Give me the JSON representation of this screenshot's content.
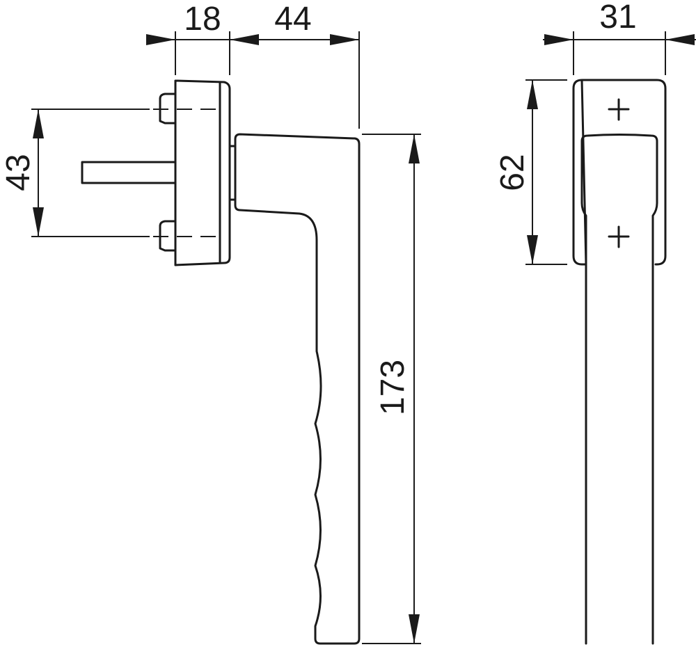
{
  "title": "Window handle dimension drawing",
  "dimensions": {
    "rosette_depth": "18",
    "handle_projection": "44",
    "bolt_spacing": "43",
    "handle_length": "173",
    "rosette_width": "31",
    "rosette_height": "62"
  },
  "colors": {
    "line": "#1a1a1a",
    "background": "#ffffff"
  }
}
